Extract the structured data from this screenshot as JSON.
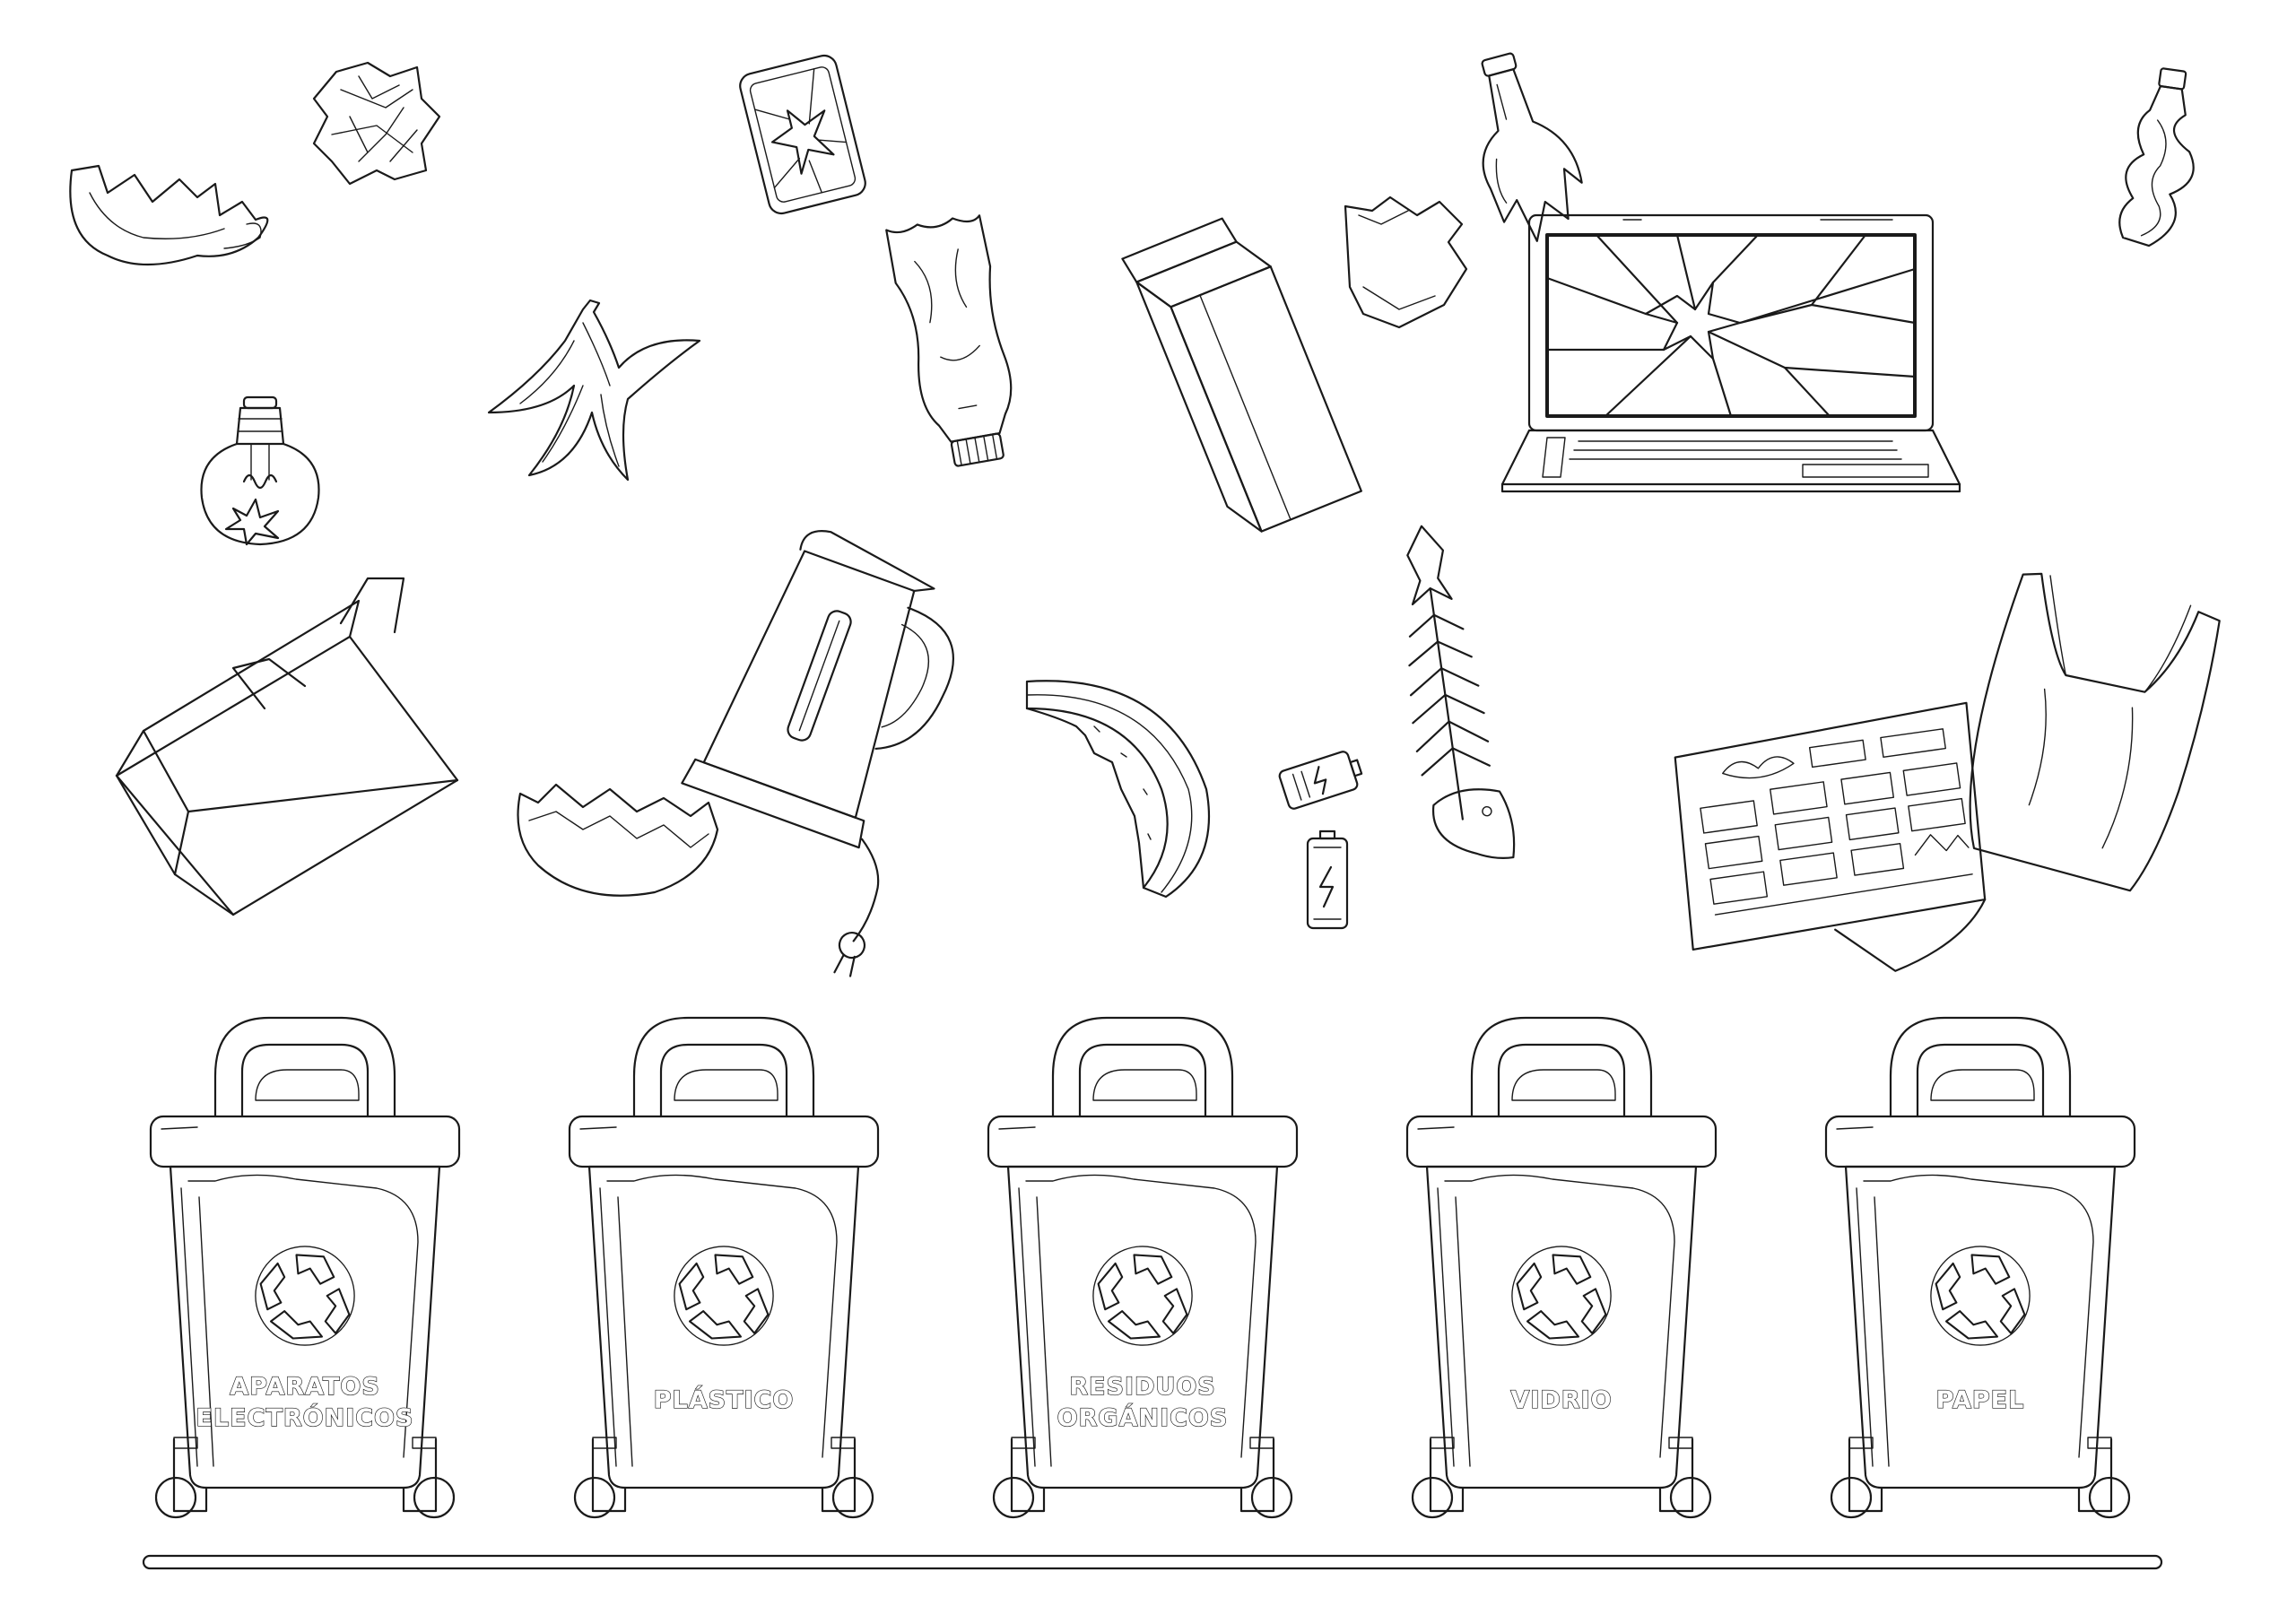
{
  "bins": [
    {
      "lines": [
        "APARATOS",
        "ELECTRÓNICOS"
      ]
    },
    {
      "lines": [
        "PLÁSTICO"
      ]
    },
    {
      "lines": [
        "RESIDUOS",
        "ORGÁNICOS"
      ]
    },
    {
      "lines": [
        "VIDRIO"
      ]
    },
    {
      "lines": [
        "PAPEL"
      ]
    }
  ],
  "icons": {
    "bin": "recycle-icon"
  }
}
